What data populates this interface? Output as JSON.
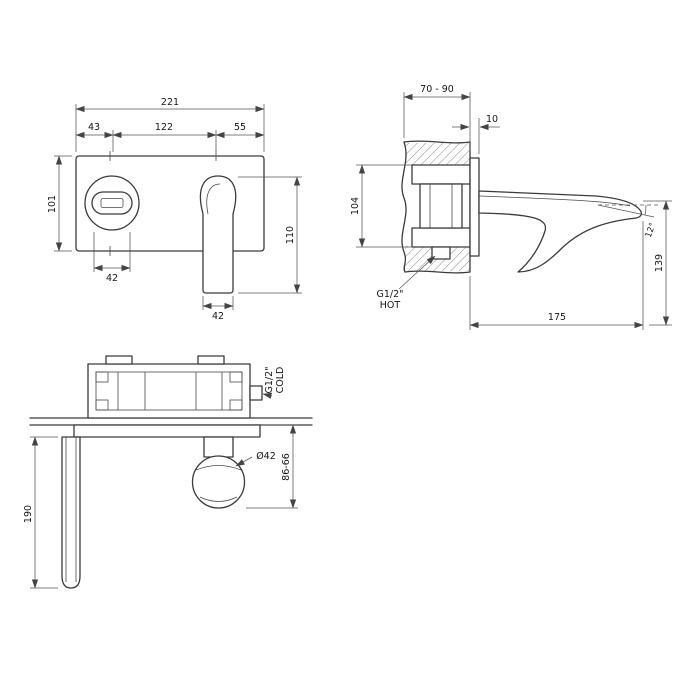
{
  "drawing": {
    "front": {
      "total_width": "221",
      "seg_left": "43",
      "seg_center": "122",
      "seg_right": "55",
      "plate_height": "101",
      "handle_height": "110",
      "spout_width": "42",
      "handle_width": "42"
    },
    "side": {
      "wall_depth_range": "70 - 90",
      "plate_thickness": "10",
      "body_height": "104",
      "overall_height": "139",
      "spout_projection": "175",
      "spout_angle": "12°",
      "hot_size": "G1/2\"",
      "hot_label": "HOT"
    },
    "plan": {
      "cold_size": "G1/2\"",
      "cold_label": "COLD",
      "handle_diameter": "Ø42",
      "handle_projection_range": "86-66",
      "spout_length": "190"
    }
  }
}
